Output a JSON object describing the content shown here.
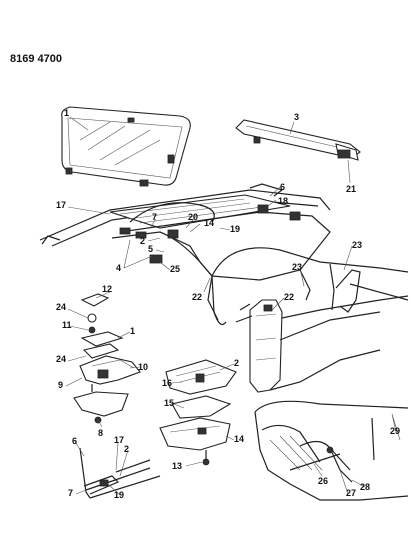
{
  "header": {
    "code": "8169 4700"
  },
  "callouts": [
    {
      "id": "c1",
      "label": "1"
    },
    {
      "id": "c3",
      "label": "3"
    },
    {
      "id": "c21",
      "label": "21"
    },
    {
      "id": "c6",
      "label": "6"
    },
    {
      "id": "c18",
      "label": "18"
    },
    {
      "id": "c17",
      "label": "17"
    },
    {
      "id": "c7",
      "label": "7"
    },
    {
      "id": "c20",
      "label": "20"
    },
    {
      "id": "c14",
      "label": "14"
    },
    {
      "id": "c19",
      "label": "19"
    },
    {
      "id": "c2",
      "label": "2"
    },
    {
      "id": "c5",
      "label": "5"
    },
    {
      "id": "c4",
      "label": "4"
    },
    {
      "id": "c25",
      "label": "25"
    },
    {
      "id": "c22a",
      "label": "22"
    },
    {
      "id": "c23a",
      "label": "23"
    },
    {
      "id": "c23b",
      "label": "23"
    },
    {
      "id": "c22b",
      "label": "22"
    },
    {
      "id": "c12",
      "label": "12"
    },
    {
      "id": "c24a",
      "label": "24"
    },
    {
      "id": "c11",
      "label": "11"
    },
    {
      "id": "c1b",
      "label": "1"
    },
    {
      "id": "c24b",
      "label": "24"
    },
    {
      "id": "c10",
      "label": "10"
    },
    {
      "id": "c9",
      "label": "9"
    },
    {
      "id": "c8",
      "label": "8"
    },
    {
      "id": "c2b",
      "label": "2"
    },
    {
      "id": "c16",
      "label": "16"
    },
    {
      "id": "c15",
      "label": "15"
    },
    {
      "id": "c14b",
      "label": "14"
    },
    {
      "id": "c13",
      "label": "13"
    },
    {
      "id": "c6b",
      "label": "6"
    },
    {
      "id": "c17b",
      "label": "17"
    },
    {
      "id": "c2c",
      "label": "2"
    },
    {
      "id": "c7b",
      "label": "7"
    },
    {
      "id": "c19b",
      "label": "19"
    },
    {
      "id": "c29",
      "label": "29"
    },
    {
      "id": "c26",
      "label": "26"
    },
    {
      "id": "c27",
      "label": "27"
    },
    {
      "id": "c28",
      "label": "28"
    }
  ]
}
